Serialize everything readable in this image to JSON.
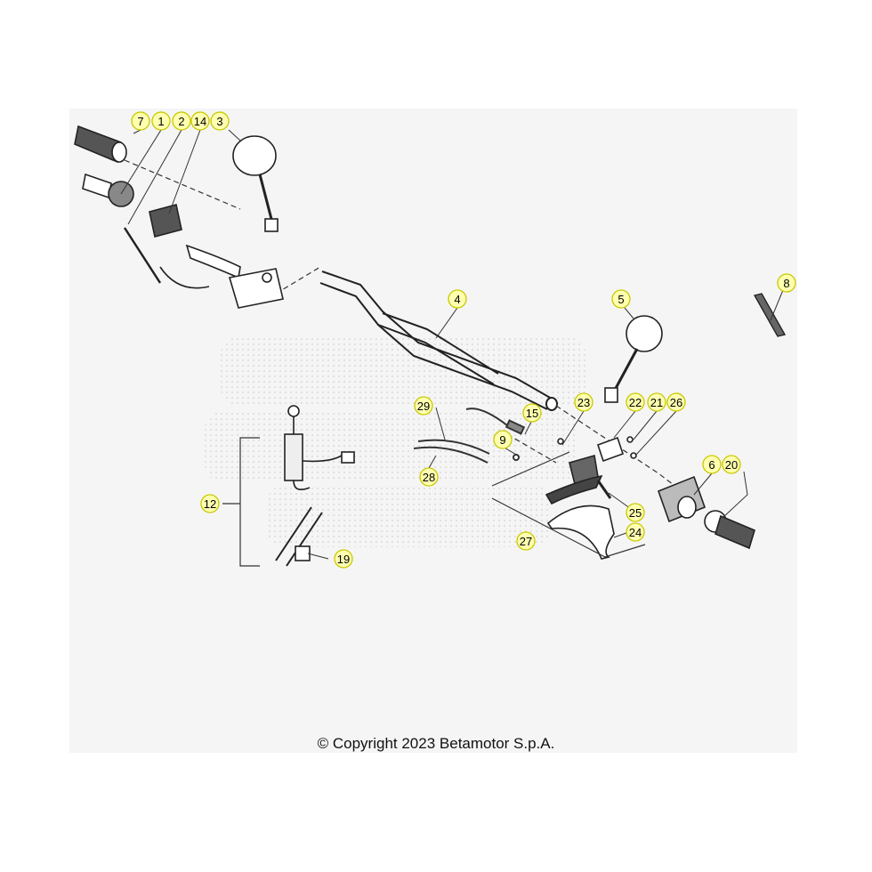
{
  "diagram": {
    "callouts": [
      {
        "label": "7"
      },
      {
        "label": "1"
      },
      {
        "label": "2"
      },
      {
        "label": "14"
      },
      {
        "label": "3"
      },
      {
        "label": "4"
      },
      {
        "label": "5"
      },
      {
        "label": "8"
      },
      {
        "label": "29"
      },
      {
        "label": "15"
      },
      {
        "label": "23"
      },
      {
        "label": "22"
      },
      {
        "label": "21"
      },
      {
        "label": "26"
      },
      {
        "label": "9"
      },
      {
        "label": "6"
      },
      {
        "label": "20"
      },
      {
        "label": "28"
      },
      {
        "label": "12"
      },
      {
        "label": "25"
      },
      {
        "label": "24"
      },
      {
        "label": "27"
      },
      {
        "label": "19"
      }
    ]
  },
  "footer": {
    "copyright": "© Copyright 2023 Betamotor S.p.A."
  },
  "colors": {
    "callout_fill": "#ffffb0",
    "callout_border": "#c8c800",
    "line": "#222222"
  }
}
